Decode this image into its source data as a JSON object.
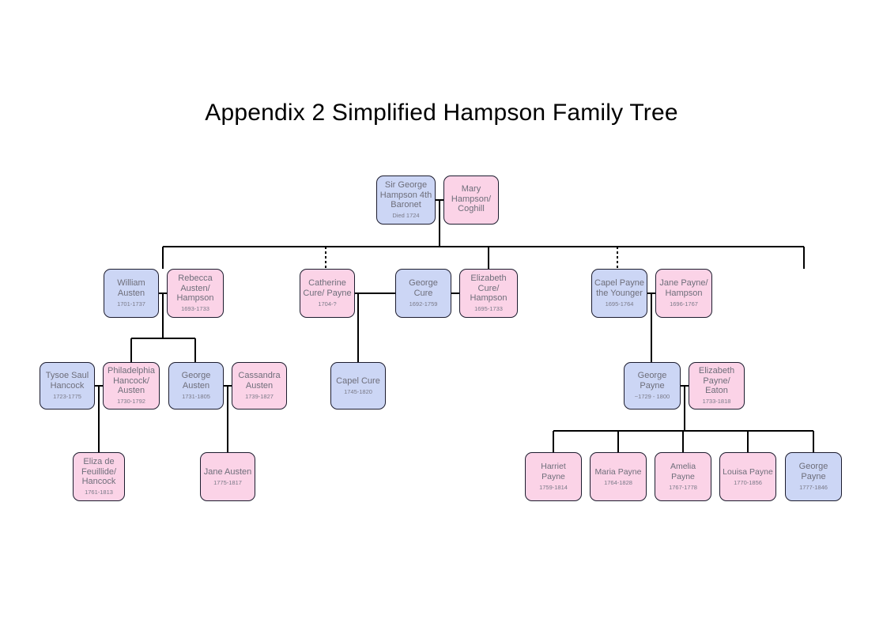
{
  "title": "Appendix 2 Simplified Hampson Family Tree",
  "palette": {
    "male": "#ccd6f5",
    "female": "#fbd3e7",
    "border": "#1c1c2e",
    "text": "#70707c",
    "line": "#000000",
    "background": "#ffffff"
  },
  "generations": [
    {
      "id": "gen-1",
      "nodes": [
        {
          "id": "sir-george-hampson",
          "name": "Sir George\nHampson 4th\nBaronet",
          "dates": "Died 1724",
          "color": "male"
        },
        {
          "id": "mary-hampson-coghill",
          "name": "Mary\nHampson/\nCoghill",
          "dates": "",
          "color": "female"
        }
      ]
    },
    {
      "id": "gen-2",
      "nodes": [
        {
          "id": "william-austen",
          "name": "William\nAusten",
          "dates": "1701-1737",
          "color": "male"
        },
        {
          "id": "rebecca-austen-hampson",
          "name": "Rebecca\nAusten/\nHampson",
          "dates": "1693-1733",
          "color": "female"
        },
        {
          "id": "catherine-cure-payne",
          "name": "Catherine\nCure/ Payne",
          "dates": "1704-?",
          "color": "female"
        },
        {
          "id": "george-cure",
          "name": "George Cure",
          "dates": "1692-1759",
          "color": "male"
        },
        {
          "id": "elizabeth-cure-hampson",
          "name": "Elizabeth\nCure/\nHampson",
          "dates": "1695-1733",
          "color": "female"
        },
        {
          "id": "capel-payne-younger",
          "name": "Capel Payne\nthe Younger",
          "dates": "1695-1764",
          "color": "male"
        },
        {
          "id": "jane-payne-hampson",
          "name": "Jane Payne/\nHampson",
          "dates": "1696-1767",
          "color": "female"
        }
      ]
    },
    {
      "id": "gen-3",
      "nodes": [
        {
          "id": "tysoe-saul-hancock",
          "name": "Tysoe Saul\nHancock",
          "dates": "1723-1775",
          "color": "male"
        },
        {
          "id": "philadelphia-hancock-austen",
          "name": "Philadelphia\nHancock/\nAusten",
          "dates": "1730-1792",
          "color": "female"
        },
        {
          "id": "george-austen",
          "name": "George\nAusten",
          "dates": "1731-1805",
          "color": "male"
        },
        {
          "id": "cassandra-austen",
          "name": "Cassandra\nAusten",
          "dates": "1739-1827",
          "color": "female"
        },
        {
          "id": "capel-cure",
          "name": "Capel Cure",
          "dates": "1745-1820",
          "color": "male"
        },
        {
          "id": "george-payne",
          "name": "George\nPayne",
          "dates": "~1729 - 1800",
          "color": "male"
        },
        {
          "id": "elizabeth-payne-eaton",
          "name": "Elizabeth\nPayne/ Eaton",
          "dates": "1733-1818",
          "color": "female"
        }
      ]
    },
    {
      "id": "gen-4",
      "nodes": [
        {
          "id": "eliza-de-feuillide-hancock",
          "name": "Eliza de\nFeuillide/\nHancock",
          "dates": "1761-1813",
          "color": "female"
        },
        {
          "id": "jane-austen",
          "name": "Jane Austen",
          "dates": "1775-1817",
          "color": "female"
        },
        {
          "id": "harriet-payne",
          "name": "Harriet Payne",
          "dates": "1759-1814",
          "color": "female"
        },
        {
          "id": "maria-payne",
          "name": "Maria Payne",
          "dates": "1764-1828",
          "color": "female"
        },
        {
          "id": "amelia-payne",
          "name": "Amelia Payne",
          "dates": "1767-1778",
          "color": "female"
        },
        {
          "id": "louisa-payne",
          "name": "Louisa Payne",
          "dates": "1770-1856",
          "color": "female"
        },
        {
          "id": "george-payne-jr",
          "name": "George\nPayne",
          "dates": "1777-1846",
          "color": "male"
        }
      ]
    }
  ]
}
